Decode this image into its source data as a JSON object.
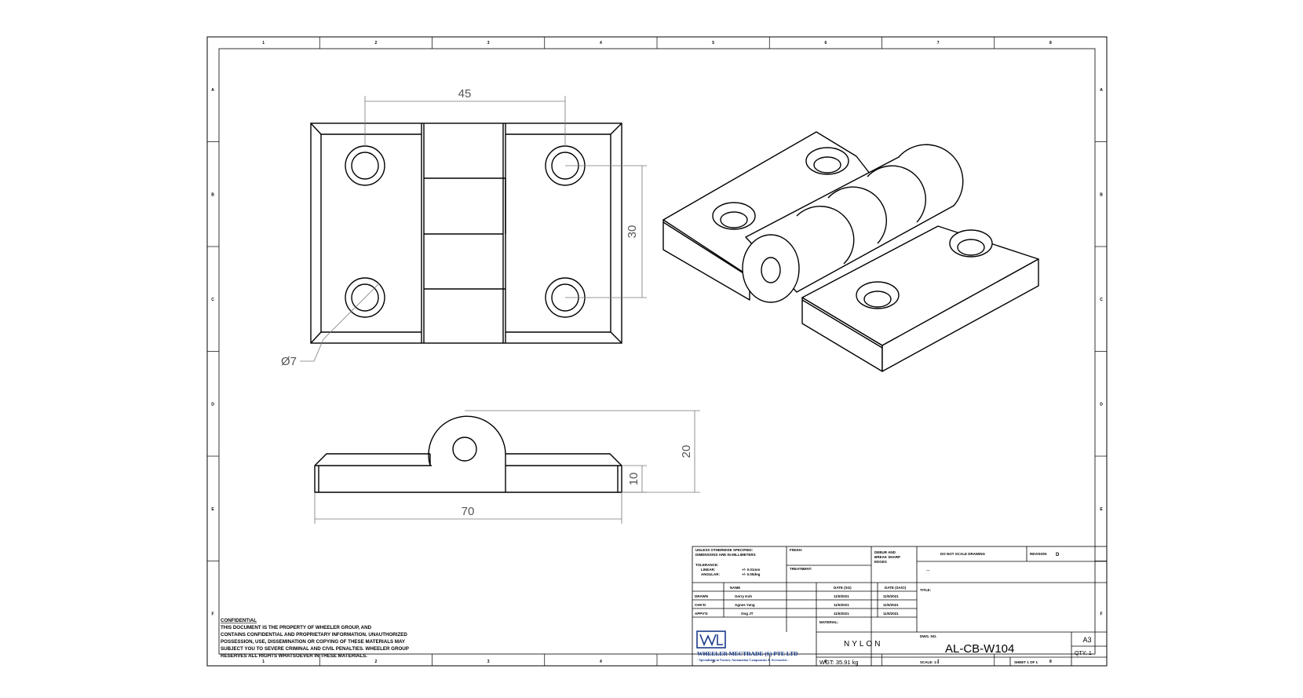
{
  "border": {
    "columns": [
      "1",
      "2",
      "3",
      "4",
      "5",
      "6",
      "7",
      "8"
    ],
    "rows": [
      "A",
      "B",
      "C",
      "D",
      "E",
      "F"
    ]
  },
  "dimensions": {
    "hole_spacing_horizontal": "45",
    "hole_spacing_vertical": "30",
    "hole_diameter": "Ø7",
    "overall_length": "70",
    "leaf_thickness": "10",
    "overall_height": "20"
  },
  "confidential": {
    "heading": "CONFIDENTIAL",
    "lines": [
      "THIS DOCUMENT IS THE PROPERTY OF WHEELER GROUP, AND",
      "CONTAINS CONFIDENTIAL AND PROPRIETARY INFORMATION. UNAUTHORIZED",
      "POSSESSION, USE, DISSEMINATION OR COPYING OF THESE MATERIALS MAY",
      "SUBJECT YOU TO SEVERE CRIMINAL AND CIVIL PENALTIES. WHEELER GROUP",
      "RESERVES ALL RIGHTS WHATSOEVER IN THESE MATERIALS."
    ]
  },
  "title_block": {
    "spec_line1": "UNLESS OTHERWISE SPECIFIED:",
    "spec_line2": "DIMENSIONS ARE IN MILLIMETERS",
    "tolerance_label": "TOLERANCE:",
    "linear_label": "LINEAR:",
    "linear_value": "+/- 0.01mm",
    "angular_label": "ANGULAR:",
    "angular_value": "+/- 0.05deg",
    "finish_label": "FINISH:",
    "treatment_label": "TREATMENT:",
    "deburr_line1": "DEBUR AND",
    "deburr_line2": "BREAK SHARP",
    "deburr_line3": "EDGES",
    "do_not_scale": "DO NOT SCALE DRAWING",
    "revision_label": "REVISION",
    "revision_value": "D",
    "revision_note": "---",
    "title_label": "TITLE:",
    "name_header": "NAME",
    "date_header1": "DATE (SG)",
    "date_header2": "DATE (SA/O)",
    "rows": [
      {
        "role": "DRAWN",
        "name": "Gerry Koh",
        "date1": "11/5/2021",
        "date2": "11/5/2021"
      },
      {
        "role": "CHK'D",
        "name": "Agnes Yang",
        "date1": "11/5/2021",
        "date2": "11/5/2021"
      },
      {
        "role": "APPV'D",
        "name": "Ong JT",
        "date1": "11/5/2021",
        "date2": "11/5/2021"
      }
    ],
    "material_label": "MATERIAL:",
    "material_value": "NYLON",
    "weight": "WGT: 35.91 kg",
    "company_line1": "WHEELER MECTRADE (S) PTE LTD",
    "company_line2": "- Specialising in Factory Automation Components & Accessories -",
    "dwg_no_label": "DWG. NO.",
    "dwg_no_value": "AL-CB-W104",
    "sheet_size": "A3",
    "qty": "QTY: 1",
    "scale": "SCALE: 1:1",
    "sheet": "SHEET 1 OF 1"
  }
}
